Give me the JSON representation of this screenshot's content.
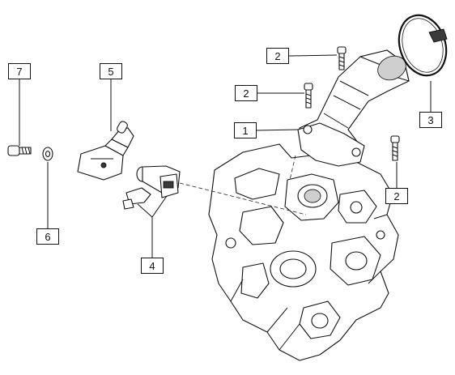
{
  "diagram": {
    "callouts": [
      {
        "id": "c7",
        "label": "7"
      },
      {
        "id": "c5",
        "label": "5"
      },
      {
        "id": "c2a",
        "label": "2"
      },
      {
        "id": "c2b",
        "label": "2"
      },
      {
        "id": "c1",
        "label": "1"
      },
      {
        "id": "c3",
        "label": "3"
      },
      {
        "id": "c2c",
        "label": "2"
      },
      {
        "id": "c6",
        "label": "6"
      },
      {
        "id": "c4",
        "label": "4"
      }
    ]
  }
}
